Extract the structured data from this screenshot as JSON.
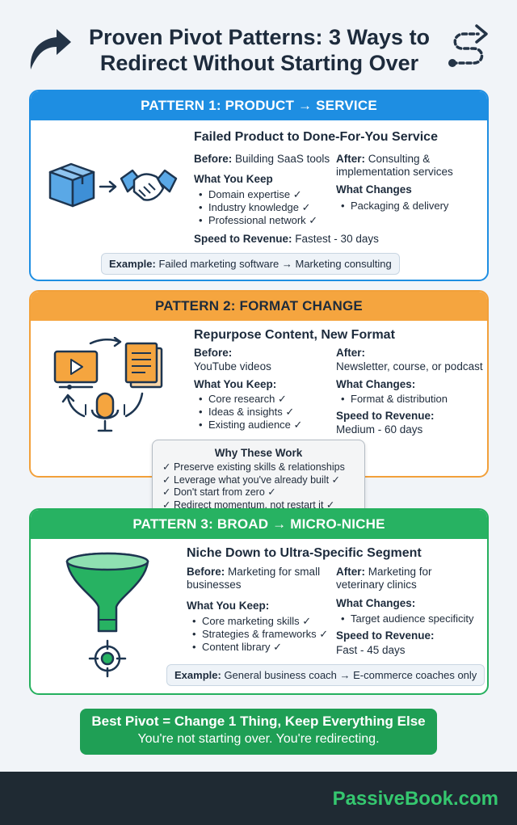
{
  "header": {
    "title_line1": "Proven Pivot Patterns: 3 Ways to",
    "title_line2": "Redirect Without Starting Over",
    "left_icon": "curved-arrow-icon",
    "right_icon": "route-path-icon"
  },
  "pattern1": {
    "heading": "PATTERN 1: PRODUCT → SERVICE",
    "subtitle": "Failed Product to Done-For-You Service",
    "before_label": "Before:",
    "before_value": "Building SaaS tools",
    "after_label": "After:",
    "after_value": "Consulting & implementation services",
    "keep_label": "What You Keep",
    "keep_items": [
      "Domain expertise ✓",
      "Industry knowledge ✓",
      "Professional network ✓"
    ],
    "changes_label": "What Changes",
    "changes_items": [
      "Packaging & delivery"
    ],
    "speed_label": "Speed to Revenue:",
    "speed_value": "Fastest - 30 days",
    "example_label": "Example:",
    "example_value": "Failed marketing software → Marketing consulting",
    "icons": [
      "box-icon",
      "arrow-icon",
      "handshake-icon"
    ]
  },
  "pattern2": {
    "heading": "PATTERN 2: FORMAT CHANGE",
    "subtitle": "Repurpose Content, New Format",
    "before_label": "Before:",
    "before_value": "YouTube videos",
    "after_label": "After:",
    "after_value": "Newsletter, course, or podcast",
    "keep_label": "What You Keep:",
    "keep_items": [
      "Core research ✓",
      "Ideas & insights ✓",
      "Existing audience ✓"
    ],
    "changes_label": "What Changes:",
    "changes_items": [
      "Format & distribution"
    ],
    "speed_label": "Speed to Revenue:",
    "speed_value": "Medium - 60 days",
    "icons": [
      "video-icon",
      "document-icon",
      "microphone-icon",
      "cycle-arrows-icon"
    ]
  },
  "why": {
    "title": "Why These Work",
    "items": [
      "✓ Preserve existing skills & relationships",
      "✓ Leverage what you've already built ✓",
      "✓ Don't start from zero ✓",
      "✓ Redirect momentum, not restart it ✓"
    ]
  },
  "pattern3": {
    "heading": "PATTERN 3: BROAD → MICRO-NICHE",
    "subtitle": "Niche Down to Ultra-Specific Segment",
    "before_label": "Before:",
    "before_value": "Marketing for small businesses",
    "after_label": "After:",
    "after_value": "Marketing for veterinary clinics",
    "keep_label": "What You Keep:",
    "keep_items": [
      "Core marketing skills ✓",
      "Strategies & frameworks ✓",
      "Content library ✓"
    ],
    "changes_label": "What Changes:",
    "changes_items": [
      "Target audience specificity"
    ],
    "speed_label": "Speed to Revenue:",
    "speed_value": "Fast - 45 days",
    "example_label": "Example:",
    "example_value": "General business coach → E-commerce coaches only",
    "icons": [
      "funnel-icon",
      "target-icon"
    ]
  },
  "banner": {
    "line1": "Best Pivot = Change 1 Thing, Keep Everything Else",
    "line2": "You're not starting over. You're redirecting."
  },
  "footer": {
    "brand": "PassiveBook.com"
  },
  "colors": {
    "pattern1": "#1e8ee2",
    "pattern2": "#f5a53f",
    "pattern3": "#27b262",
    "footer_brand": "#35c76f"
  }
}
